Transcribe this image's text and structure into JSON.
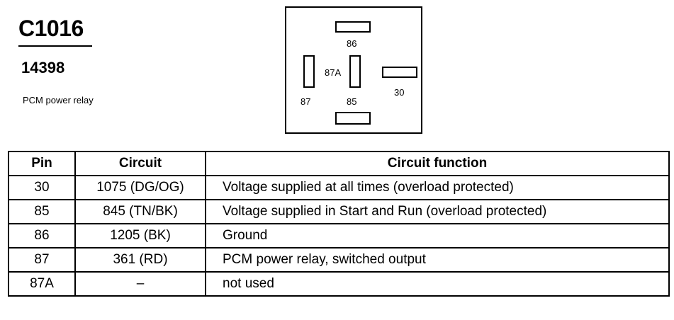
{
  "connector": {
    "id": "C1016",
    "part_number": "14398",
    "description": "PCM power relay"
  },
  "relay_face": {
    "pins": {
      "p86": "86",
      "p87a": "87A",
      "p87": "87",
      "p85": "85",
      "p30": "30"
    }
  },
  "table": {
    "headers": {
      "pin": "Pin",
      "circuit": "Circuit",
      "function": "Circuit function"
    },
    "rows": [
      {
        "pin": "30",
        "circuit": "1075 (DG/OG)",
        "function": "Voltage supplied at all times (overload protected)"
      },
      {
        "pin": "85",
        "circuit": "845 (TN/BK)",
        "function": "Voltage supplied in Start and Run (overload protected)"
      },
      {
        "pin": "86",
        "circuit": "1205 (BK)",
        "function": "Ground"
      },
      {
        "pin": "87",
        "circuit": "361 (RD)",
        "function": "PCM power relay, switched output"
      },
      {
        "pin": "87A",
        "circuit": "–",
        "function": "not used"
      }
    ]
  }
}
